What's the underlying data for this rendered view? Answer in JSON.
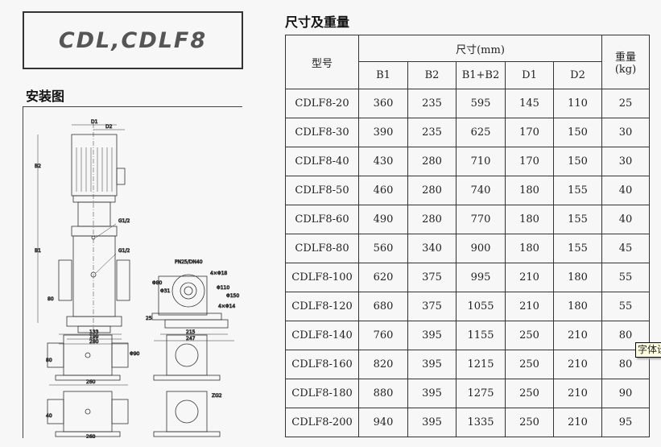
{
  "product_title": "CDL,CDLF8",
  "install_heading": "安装图",
  "table_heading": "尺寸及重量",
  "drawing_labels": {
    "d1": "D1",
    "d2": "D2",
    "b2": "B2",
    "b1": "B1",
    "g1": "G1/2",
    "g2": "G1/2",
    "h80": "80",
    "w133": "133",
    "w199": "199",
    "w280": "280",
    "flange": "PN25/DN40",
    "holes18": "4×Φ18",
    "phi80": "Φ80",
    "phi31": "Φ31",
    "phi110": "Φ110",
    "phi150": "Φ150",
    "h25": "25",
    "w215": "215",
    "w247": "247",
    "holes14": "4×Φ14",
    "h80b": "80",
    "phi90": "Φ90",
    "w260a": "260",
    "h40": "40",
    "w260b": "260",
    "zg2": "ZG2"
  },
  "table": {
    "model_header": "型号",
    "dims_header": "尺寸(mm)",
    "weight_header": "重量",
    "weight_unit": "(kg)",
    "cols": [
      "B1",
      "B2",
      "B1+B2",
      "D1",
      "D2"
    ],
    "rows": [
      [
        "CDLF8-20",
        "360",
        "235",
        "595",
        "145",
        "110",
        "25"
      ],
      [
        "CDLF8-30",
        "390",
        "235",
        "625",
        "170",
        "150",
        "30"
      ],
      [
        "CDLF8-40",
        "430",
        "280",
        "710",
        "170",
        "150",
        "30"
      ],
      [
        "CDLF8-50",
        "460",
        "280",
        "740",
        "180",
        "155",
        "40"
      ],
      [
        "CDLF8-60",
        "490",
        "280",
        "770",
        "180",
        "155",
        "40"
      ],
      [
        "CDLF8-80",
        "560",
        "340",
        "900",
        "180",
        "155",
        "45"
      ],
      [
        "CDLF8-100",
        "620",
        "375",
        "995",
        "210",
        "180",
        "55"
      ],
      [
        "CDLF8-120",
        "680",
        "375",
        "1055",
        "210",
        "180",
        "55"
      ],
      [
        "CDLF8-140",
        "760",
        "395",
        "1155",
        "250",
        "210",
        "80"
      ],
      [
        "CDLF8-160",
        "820",
        "395",
        "1215",
        "250",
        "210",
        "80"
      ],
      [
        "CDLF8-180",
        "880",
        "395",
        "1275",
        "250",
        "210",
        "90"
      ],
      [
        "CDLF8-200",
        "940",
        "395",
        "1335",
        "250",
        "210",
        "95"
      ]
    ]
  },
  "tooltip": "字体设"
}
